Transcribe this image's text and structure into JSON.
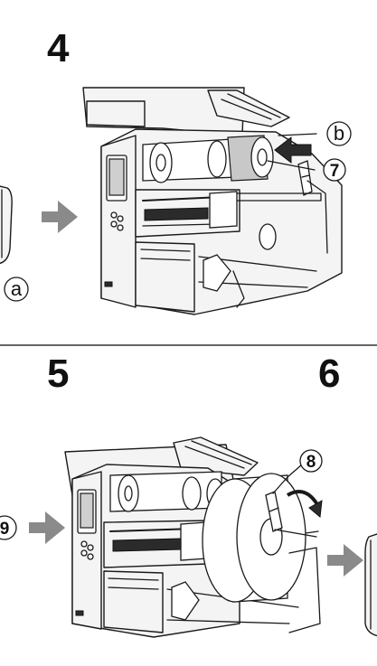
{
  "steps": [
    {
      "id": "step-4",
      "number": "4"
    },
    {
      "id": "step-5",
      "number": "5"
    },
    {
      "id": "step-6",
      "number": "6"
    }
  ],
  "callouts": {
    "a": "a",
    "b": "b",
    "seven": "7",
    "eight": "8",
    "nine": "9"
  },
  "colors": {
    "line": "#1a1a1a",
    "arrow_grey": "#8a8a8a",
    "ribbon_grey": "#c8c8c8",
    "divider": "#333333"
  }
}
